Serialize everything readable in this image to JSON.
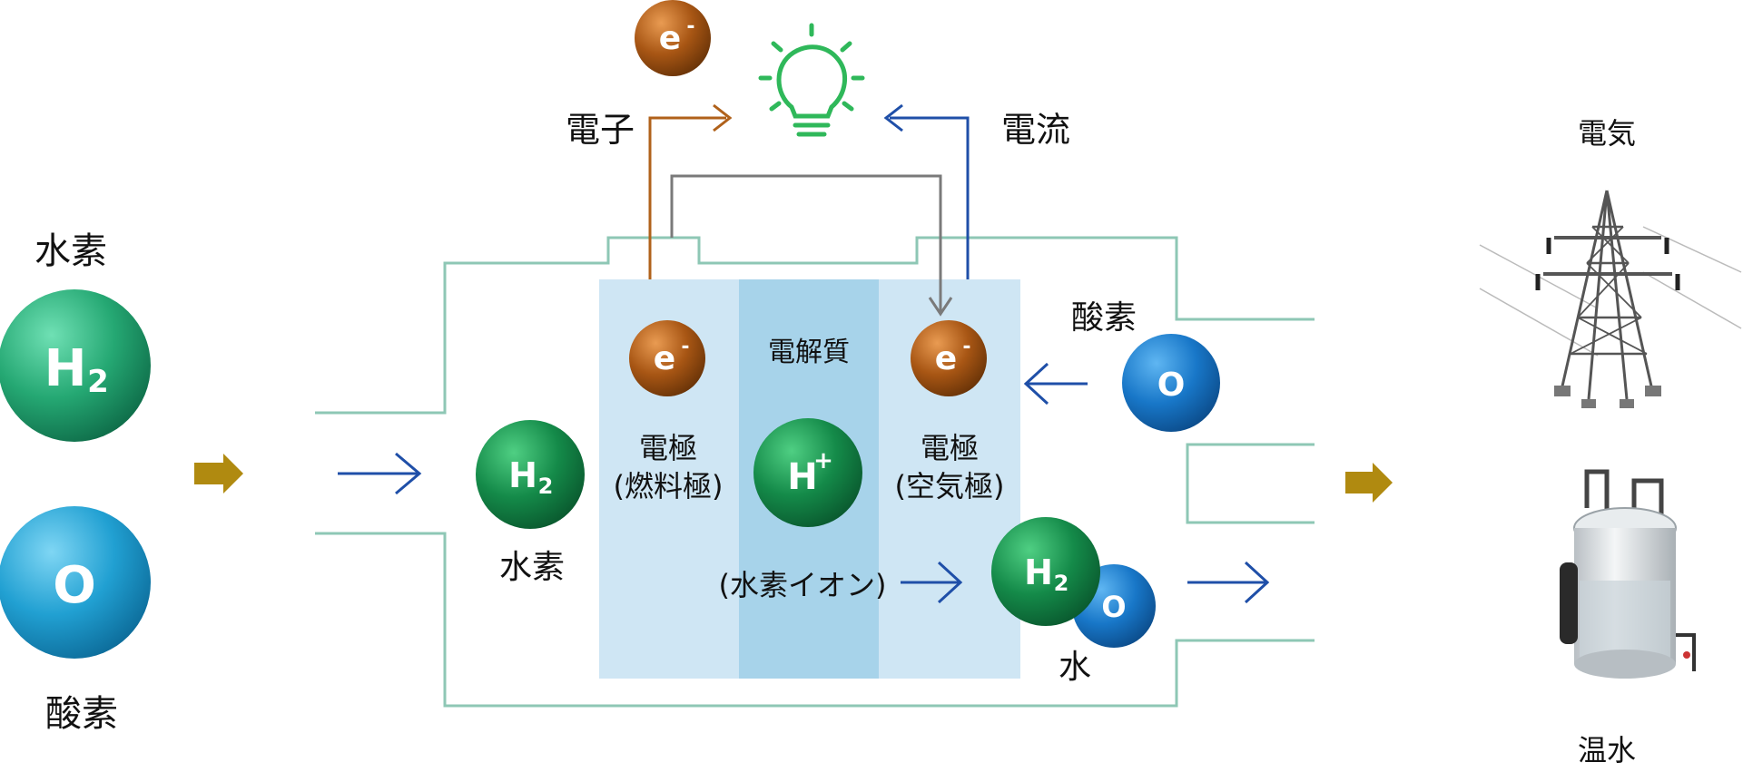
{
  "left": {
    "hydrogen_label": "水素",
    "oxygen_label": "酸素",
    "h2_symbol": "H",
    "h2_sub": "2",
    "o_symbol": "O"
  },
  "top": {
    "electron_symbol": "e",
    "electron_sup": "-",
    "electron_label": "電子",
    "current_label": "電流"
  },
  "cell": {
    "anode_line1": "電極",
    "anode_line2": "(燃料極)",
    "electrolyte_label": "電解質",
    "cathode_line1": "電極",
    "cathode_line2": "(空気極)",
    "hydrogen_label": "水素",
    "h_ion_symbol": "H",
    "h_ion_sup": "+",
    "hydrogen_ion_label": "(水素イオン)",
    "oxygen_label": "酸素",
    "water_label": "水"
  },
  "right": {
    "electricity_label": "電気",
    "hot_water_label": "温水"
  },
  "colors": {
    "hydrogen_left": "#2bb27f",
    "oxygen_left": "#29a6d6",
    "hydrogen_cell": "#1a8a4c",
    "oxygen_cell": "#1f7fcf",
    "electron": "#b0611a",
    "electron_wire": "#b0611a",
    "current_wire": "#1f4fa8",
    "circuit_wire": "#7a7a7a",
    "bulb": "#2fb85a",
    "housing": "#8ec7b5",
    "electrode": "#cfe6f4",
    "electrolyte": "#a7d3ea",
    "flow_arrow": "#1f4fa8",
    "process_arrow": "#b08a10"
  },
  "icons": [
    "light-bulb-icon",
    "power-tower-icon",
    "water-tank-icon"
  ]
}
